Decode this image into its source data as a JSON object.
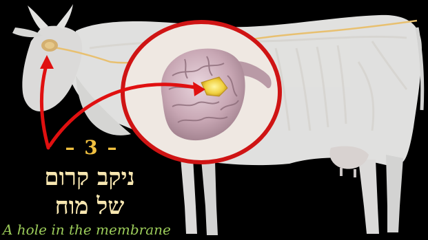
{
  "step": {
    "label": "– 3 –"
  },
  "caption": {
    "hebrew_line1": "ניקב קרום",
    "hebrew_line2": "של מוח",
    "english": "A hole in the membrane"
  },
  "colors": {
    "background": "#000000",
    "arrow": "#e01010",
    "step_number": "#f0c040",
    "hebrew_text": "#f7e6b0",
    "english_text": "#9ccc5a"
  },
  "icons": [
    "cow-illustration",
    "brain-illustration",
    "magnifier-circle",
    "curved-arrow"
  ]
}
